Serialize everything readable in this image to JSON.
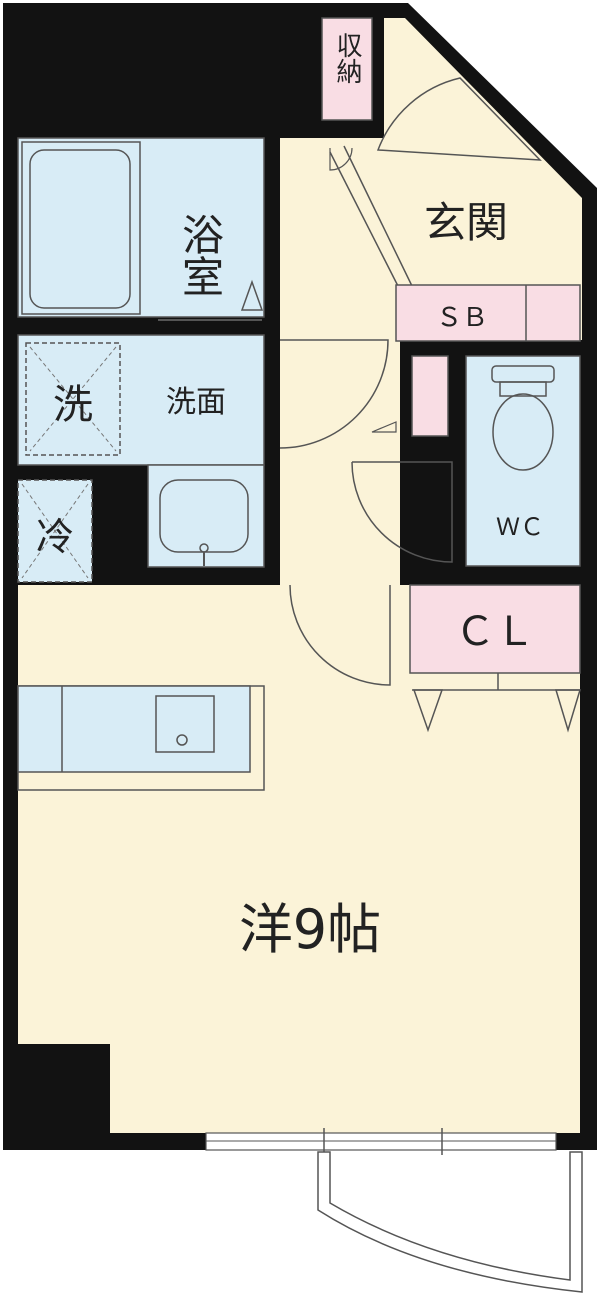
{
  "colors": {
    "wall": "#121212",
    "floor": "#fbf3d8",
    "wet": "#d8ecf6",
    "storage": "#f9dde4",
    "line": "#555555",
    "background": "#ffffff"
  },
  "rooms": {
    "storage": "収納",
    "entrance": "玄関",
    "bath": "浴室",
    "shoe_box": "ＳＢ",
    "washing_machine": "洗",
    "washroom": "洗面",
    "fridge": "冷",
    "wc": "ＷＣ",
    "closet": "ＣＬ",
    "western_room": "洋9帖"
  }
}
